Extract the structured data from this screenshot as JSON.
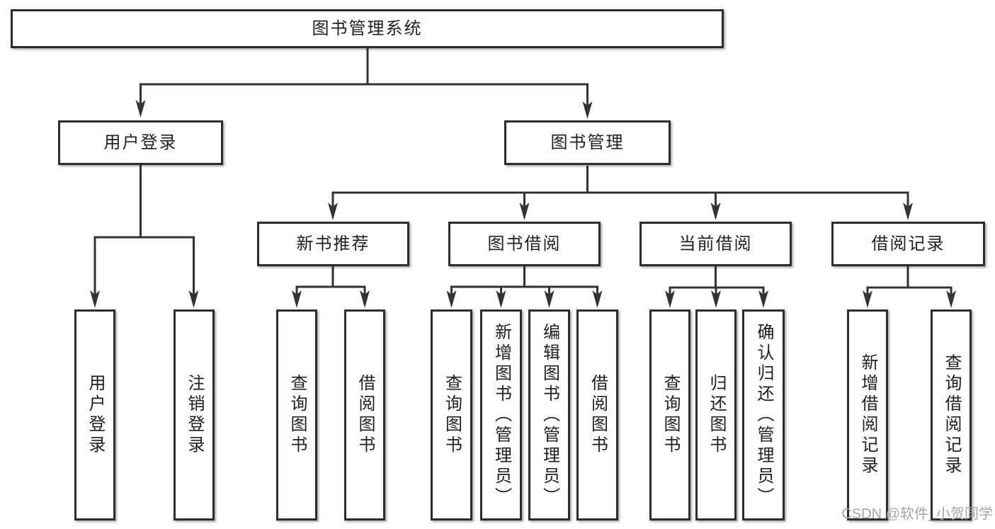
{
  "diagram": {
    "root": {
      "label": "图书管理系统"
    },
    "level2": [
      {
        "id": "user-login",
        "label": "用户登录"
      },
      {
        "id": "book-management",
        "label": "图书管理"
      }
    ],
    "level3": [
      {
        "id": "new-book-recommend",
        "parent": "book-management",
        "label": "新书推荐"
      },
      {
        "id": "book-borrow",
        "parent": "book-management",
        "label": "图书借阅"
      },
      {
        "id": "current-borrow",
        "parent": "book-management",
        "label": "当前借阅"
      },
      {
        "id": "borrow-records",
        "parent": "book-management",
        "label": "借阅记录"
      }
    ],
    "leaves": [
      {
        "parent": "user-login",
        "label": "用户登录"
      },
      {
        "parent": "user-login",
        "label": "注销登录"
      },
      {
        "parent": "new-book-recommend",
        "label": "查询图书"
      },
      {
        "parent": "new-book-recommend",
        "label": "借阅图书"
      },
      {
        "parent": "book-borrow",
        "label": "查询图书"
      },
      {
        "parent": "book-borrow",
        "label": "新增图书（管理员）"
      },
      {
        "parent": "book-borrow",
        "label": "编辑图书（管理员）"
      },
      {
        "parent": "book-borrow",
        "label": "借阅图书"
      },
      {
        "parent": "current-borrow",
        "label": "查询图书"
      },
      {
        "parent": "current-borrow",
        "label": "归还图书"
      },
      {
        "parent": "current-borrow",
        "label": "确认归还（管理员）"
      },
      {
        "parent": "borrow-records",
        "label": "新增借阅记录"
      },
      {
        "parent": "borrow-records",
        "label": "查询借阅记录"
      }
    ],
    "colors": {
      "line": "#333333",
      "border": "#2d2d2d",
      "text": "#1f1f1f",
      "background": "#ffffff",
      "watermark_color": "#a6a6a6"
    }
  },
  "watermark": {
    "text": "CSDN @软件_小贺同学"
  }
}
